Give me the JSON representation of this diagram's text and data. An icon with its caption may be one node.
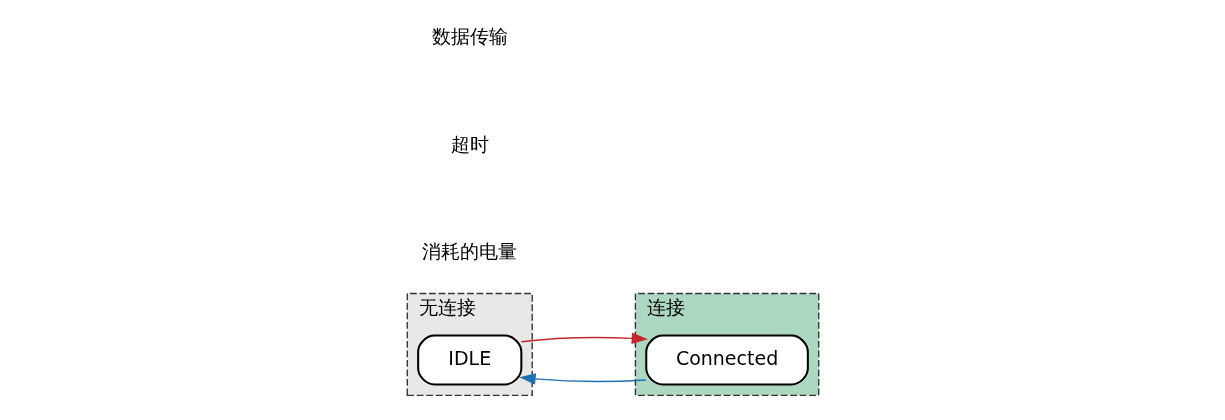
{
  "diagram": {
    "nodes": [
      {
        "text": [
          "无连接"
        ]
      },
      {
        "text": [
          "连接"
        ]
      },
      {
        "text": [
          "Connected"
        ],
        "in": 1
      },
      {
        "text": [
          "IDLE"
        ],
        "in": 0
      }
    ],
    "edges": [
      {
        "from": 3,
        "to": 2,
        "arrow": "to",
        "color": "#c0282d"
      },
      {
        "from": 2,
        "to": 3,
        "arrow": "to",
        "color": "#1f6fb4"
      }
    ],
    "labels": [
      "消耗的电量"
    ],
    "legend": [
      {
        "text": "数据传输"
      },
      {
        "text": "超时"
      }
    ]
  }
}
